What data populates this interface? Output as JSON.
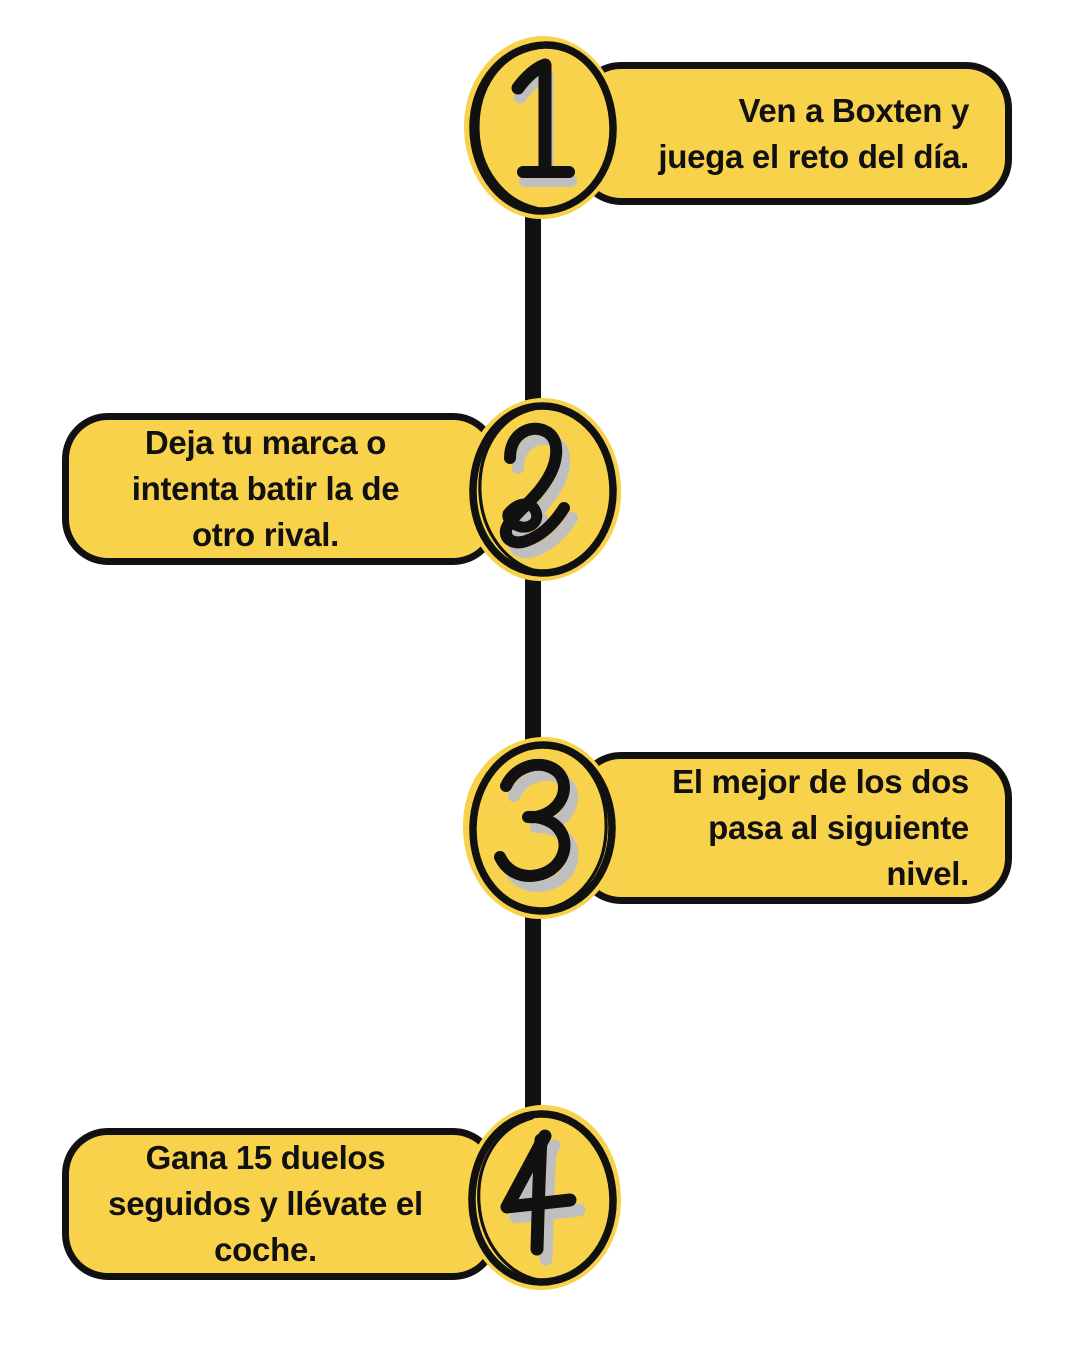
{
  "meta": {
    "type": "numbered-step-timeline",
    "orientation": "vertical",
    "step_count": 4,
    "language": "es"
  },
  "colors": {
    "background": "#ffffff",
    "accent_yellow": "#F9D24C",
    "ink_black": "#111111",
    "numeral_shadow_gray": "#BFBFBF"
  },
  "steps": [
    {
      "number": "1",
      "side": "right",
      "text": "Ven a Boxten y\njuega el reto del día.",
      "lines": [
        "Ven a Boxten y",
        "juega el reto del día."
      ]
    },
    {
      "number": "2",
      "side": "left",
      "text": "Deja tu marca o\nintenta batir la de\notro rival.",
      "lines": [
        "Deja tu marca o",
        "intenta batir la de",
        "otro rival."
      ]
    },
    {
      "number": "3",
      "side": "right",
      "text": "El mejor de los dos\npasa al siguiente\nnivel.",
      "lines": [
        "El mejor de los dos",
        "pasa al siguiente",
        "nivel."
      ]
    },
    {
      "number": "4",
      "side": "left",
      "text": "Gana 15 duelos\nseguidos y llévate el\ncoche.",
      "lines": [
        "Gana 15 duelos",
        "seguidos y llévate el",
        "coche."
      ]
    }
  ]
}
